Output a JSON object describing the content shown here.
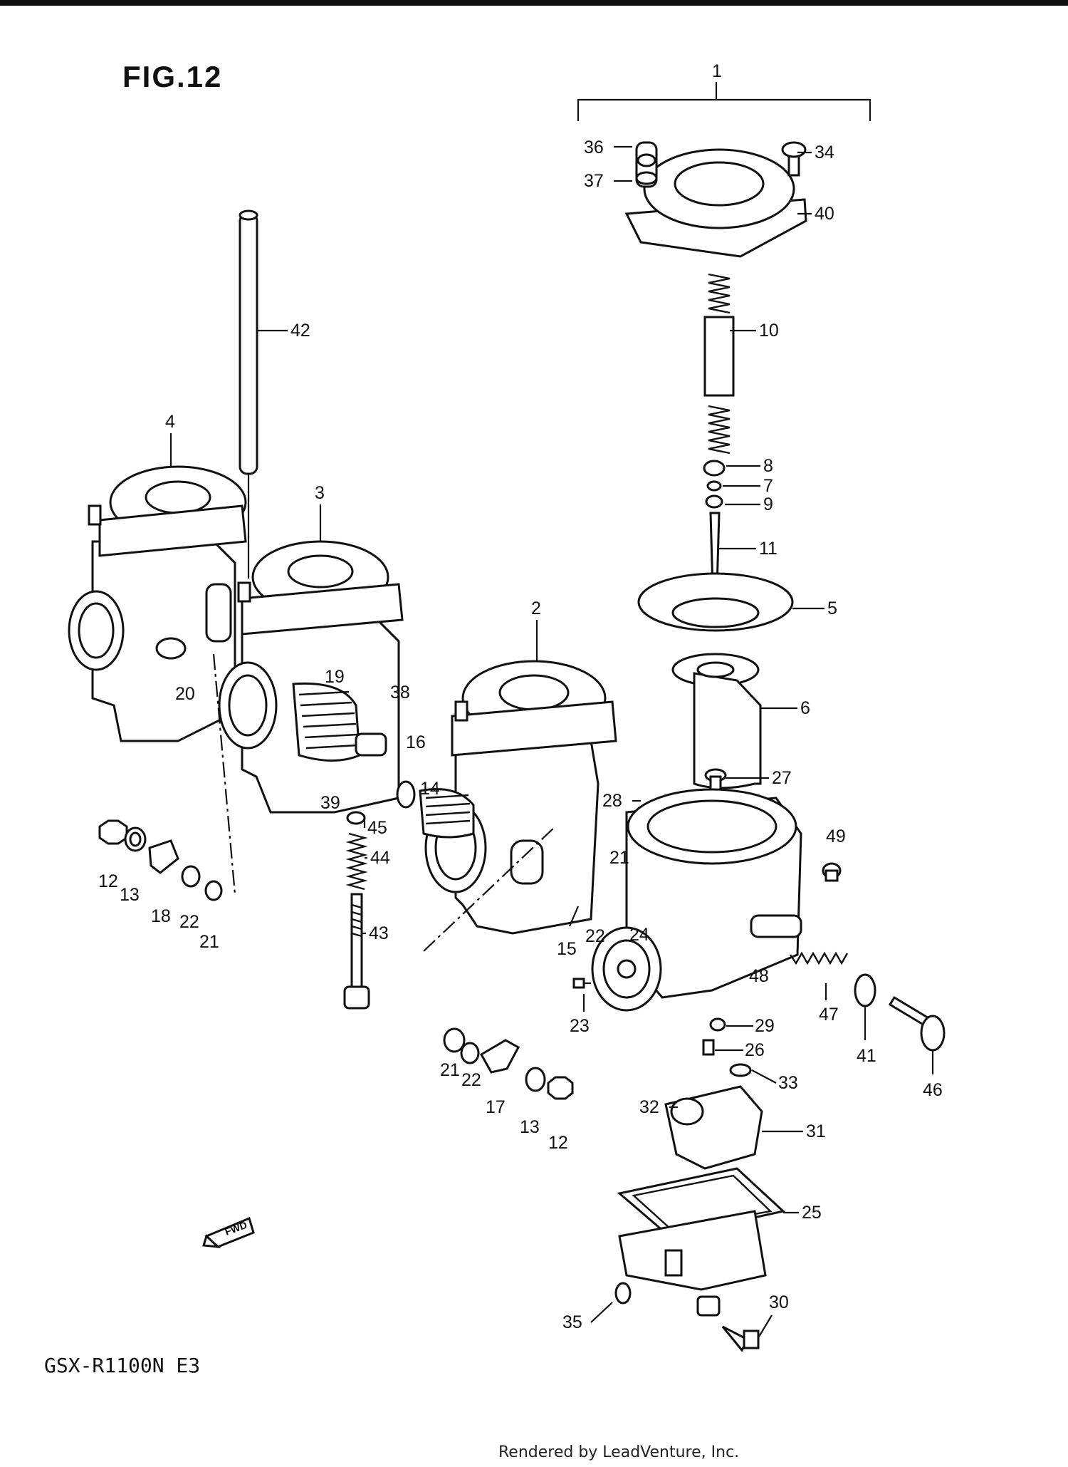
{
  "figure": {
    "title": "FIG.12",
    "model": "GSX-R1100N E3",
    "footer": "Rendered by LeadVenture, Inc.",
    "fwd_label": "FWD"
  },
  "callouts": [
    {
      "id": "c1",
      "text": "1"
    },
    {
      "id": "c2",
      "text": "2"
    },
    {
      "id": "c3",
      "text": "3"
    },
    {
      "id": "c4",
      "text": "4"
    },
    {
      "id": "c5",
      "text": "5"
    },
    {
      "id": "c6",
      "text": "6"
    },
    {
      "id": "c7",
      "text": "7"
    },
    {
      "id": "c8",
      "text": "8"
    },
    {
      "id": "c9",
      "text": "9"
    },
    {
      "id": "c10",
      "text": "10"
    },
    {
      "id": "c11",
      "text": "11"
    },
    {
      "id": "c12a",
      "text": "12"
    },
    {
      "id": "c12b",
      "text": "12"
    },
    {
      "id": "c13a",
      "text": "13"
    },
    {
      "id": "c13b",
      "text": "13"
    },
    {
      "id": "c14",
      "text": "14"
    },
    {
      "id": "c15",
      "text": "15"
    },
    {
      "id": "c16",
      "text": "16"
    },
    {
      "id": "c17",
      "text": "17"
    },
    {
      "id": "c18",
      "text": "18"
    },
    {
      "id": "c19",
      "text": "19"
    },
    {
      "id": "c20",
      "text": "20"
    },
    {
      "id": "c21a",
      "text": "21"
    },
    {
      "id": "c21b",
      "text": "21"
    },
    {
      "id": "c21c",
      "text": "21"
    },
    {
      "id": "c22a",
      "text": "22"
    },
    {
      "id": "c22b",
      "text": "22"
    },
    {
      "id": "c22c",
      "text": "22"
    },
    {
      "id": "c23",
      "text": "23"
    },
    {
      "id": "c24",
      "text": "24"
    },
    {
      "id": "c25",
      "text": "25"
    },
    {
      "id": "c26",
      "text": "26"
    },
    {
      "id": "c27",
      "text": "27"
    },
    {
      "id": "c28",
      "text": "28"
    },
    {
      "id": "c29",
      "text": "29"
    },
    {
      "id": "c30",
      "text": "30"
    },
    {
      "id": "c31",
      "text": "31"
    },
    {
      "id": "c32",
      "text": "32"
    },
    {
      "id": "c33",
      "text": "33"
    },
    {
      "id": "c34",
      "text": "34"
    },
    {
      "id": "c35",
      "text": "35"
    },
    {
      "id": "c36",
      "text": "36"
    },
    {
      "id": "c37",
      "text": "37"
    },
    {
      "id": "c38",
      "text": "38"
    },
    {
      "id": "c39",
      "text": "39"
    },
    {
      "id": "c40",
      "text": "40"
    },
    {
      "id": "c41",
      "text": "41"
    },
    {
      "id": "c42",
      "text": "42"
    },
    {
      "id": "c43",
      "text": "43"
    },
    {
      "id": "c44",
      "text": "44"
    },
    {
      "id": "c45",
      "text": "45"
    },
    {
      "id": "c46",
      "text": "46"
    },
    {
      "id": "c47",
      "text": "47"
    },
    {
      "id": "c48",
      "text": "48"
    },
    {
      "id": "c49",
      "text": "49"
    }
  ]
}
